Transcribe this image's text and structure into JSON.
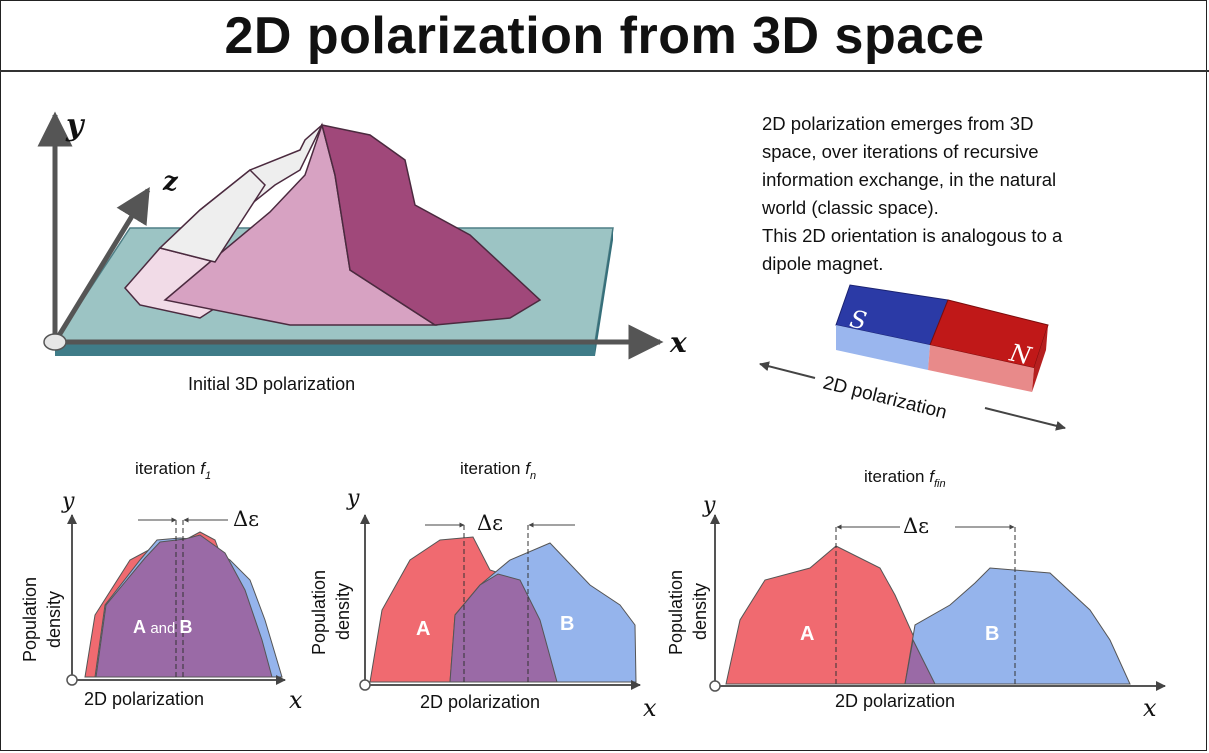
{
  "title": "2D polarization from 3D space",
  "top_axes": {
    "y": "y",
    "z": "z",
    "x": "x"
  },
  "top_caption": "Initial 3D polarization",
  "description_lines": [
    "2D polarization emerges from 3D",
    "space, over iterations of recursive",
    "information exchange, in the natural",
    "world (classic space).",
    "This 2D orientation is analogous to a",
    "dipole magnet."
  ],
  "magnet": {
    "south": "S",
    "north": "N",
    "label": "2D polarization",
    "south_color": "#3b4dbd",
    "north_color": "#d42020"
  },
  "colors": {
    "group_a": "#f06a70",
    "group_b": "#95b4ec",
    "overlap": "#9a6aa6",
    "plane": "#9cc4c4",
    "mountain_dark": "#a0487a",
    "mountain_mid": "#d7a2c2"
  },
  "panels": [
    {
      "iter_prefix": "iteration ",
      "iter_f": "f",
      "iter_sub": "1",
      "delta": "Δε",
      "ylabel_1": "Population",
      "ylabel_2": "density",
      "xlabel": "2D polarization",
      "y": "y",
      "x": "x",
      "label": "A and B"
    },
    {
      "iter_prefix": "iteration ",
      "iter_f": "f",
      "iter_sub": "n",
      "delta": "Δε",
      "ylabel_1": "Population",
      "ylabel_2": "density",
      "xlabel": "2D polarization",
      "y": "y",
      "x": "x",
      "label_a": "A",
      "label_b": "B"
    },
    {
      "iter_prefix": "iteration ",
      "iter_f": "f",
      "iter_sub": "fin",
      "delta": "Δε",
      "ylabel_1": "Population",
      "ylabel_2": "density",
      "xlabel": "2D polarization",
      "y": "y",
      "x": "x",
      "label_a": "A",
      "label_b": "B"
    }
  ]
}
